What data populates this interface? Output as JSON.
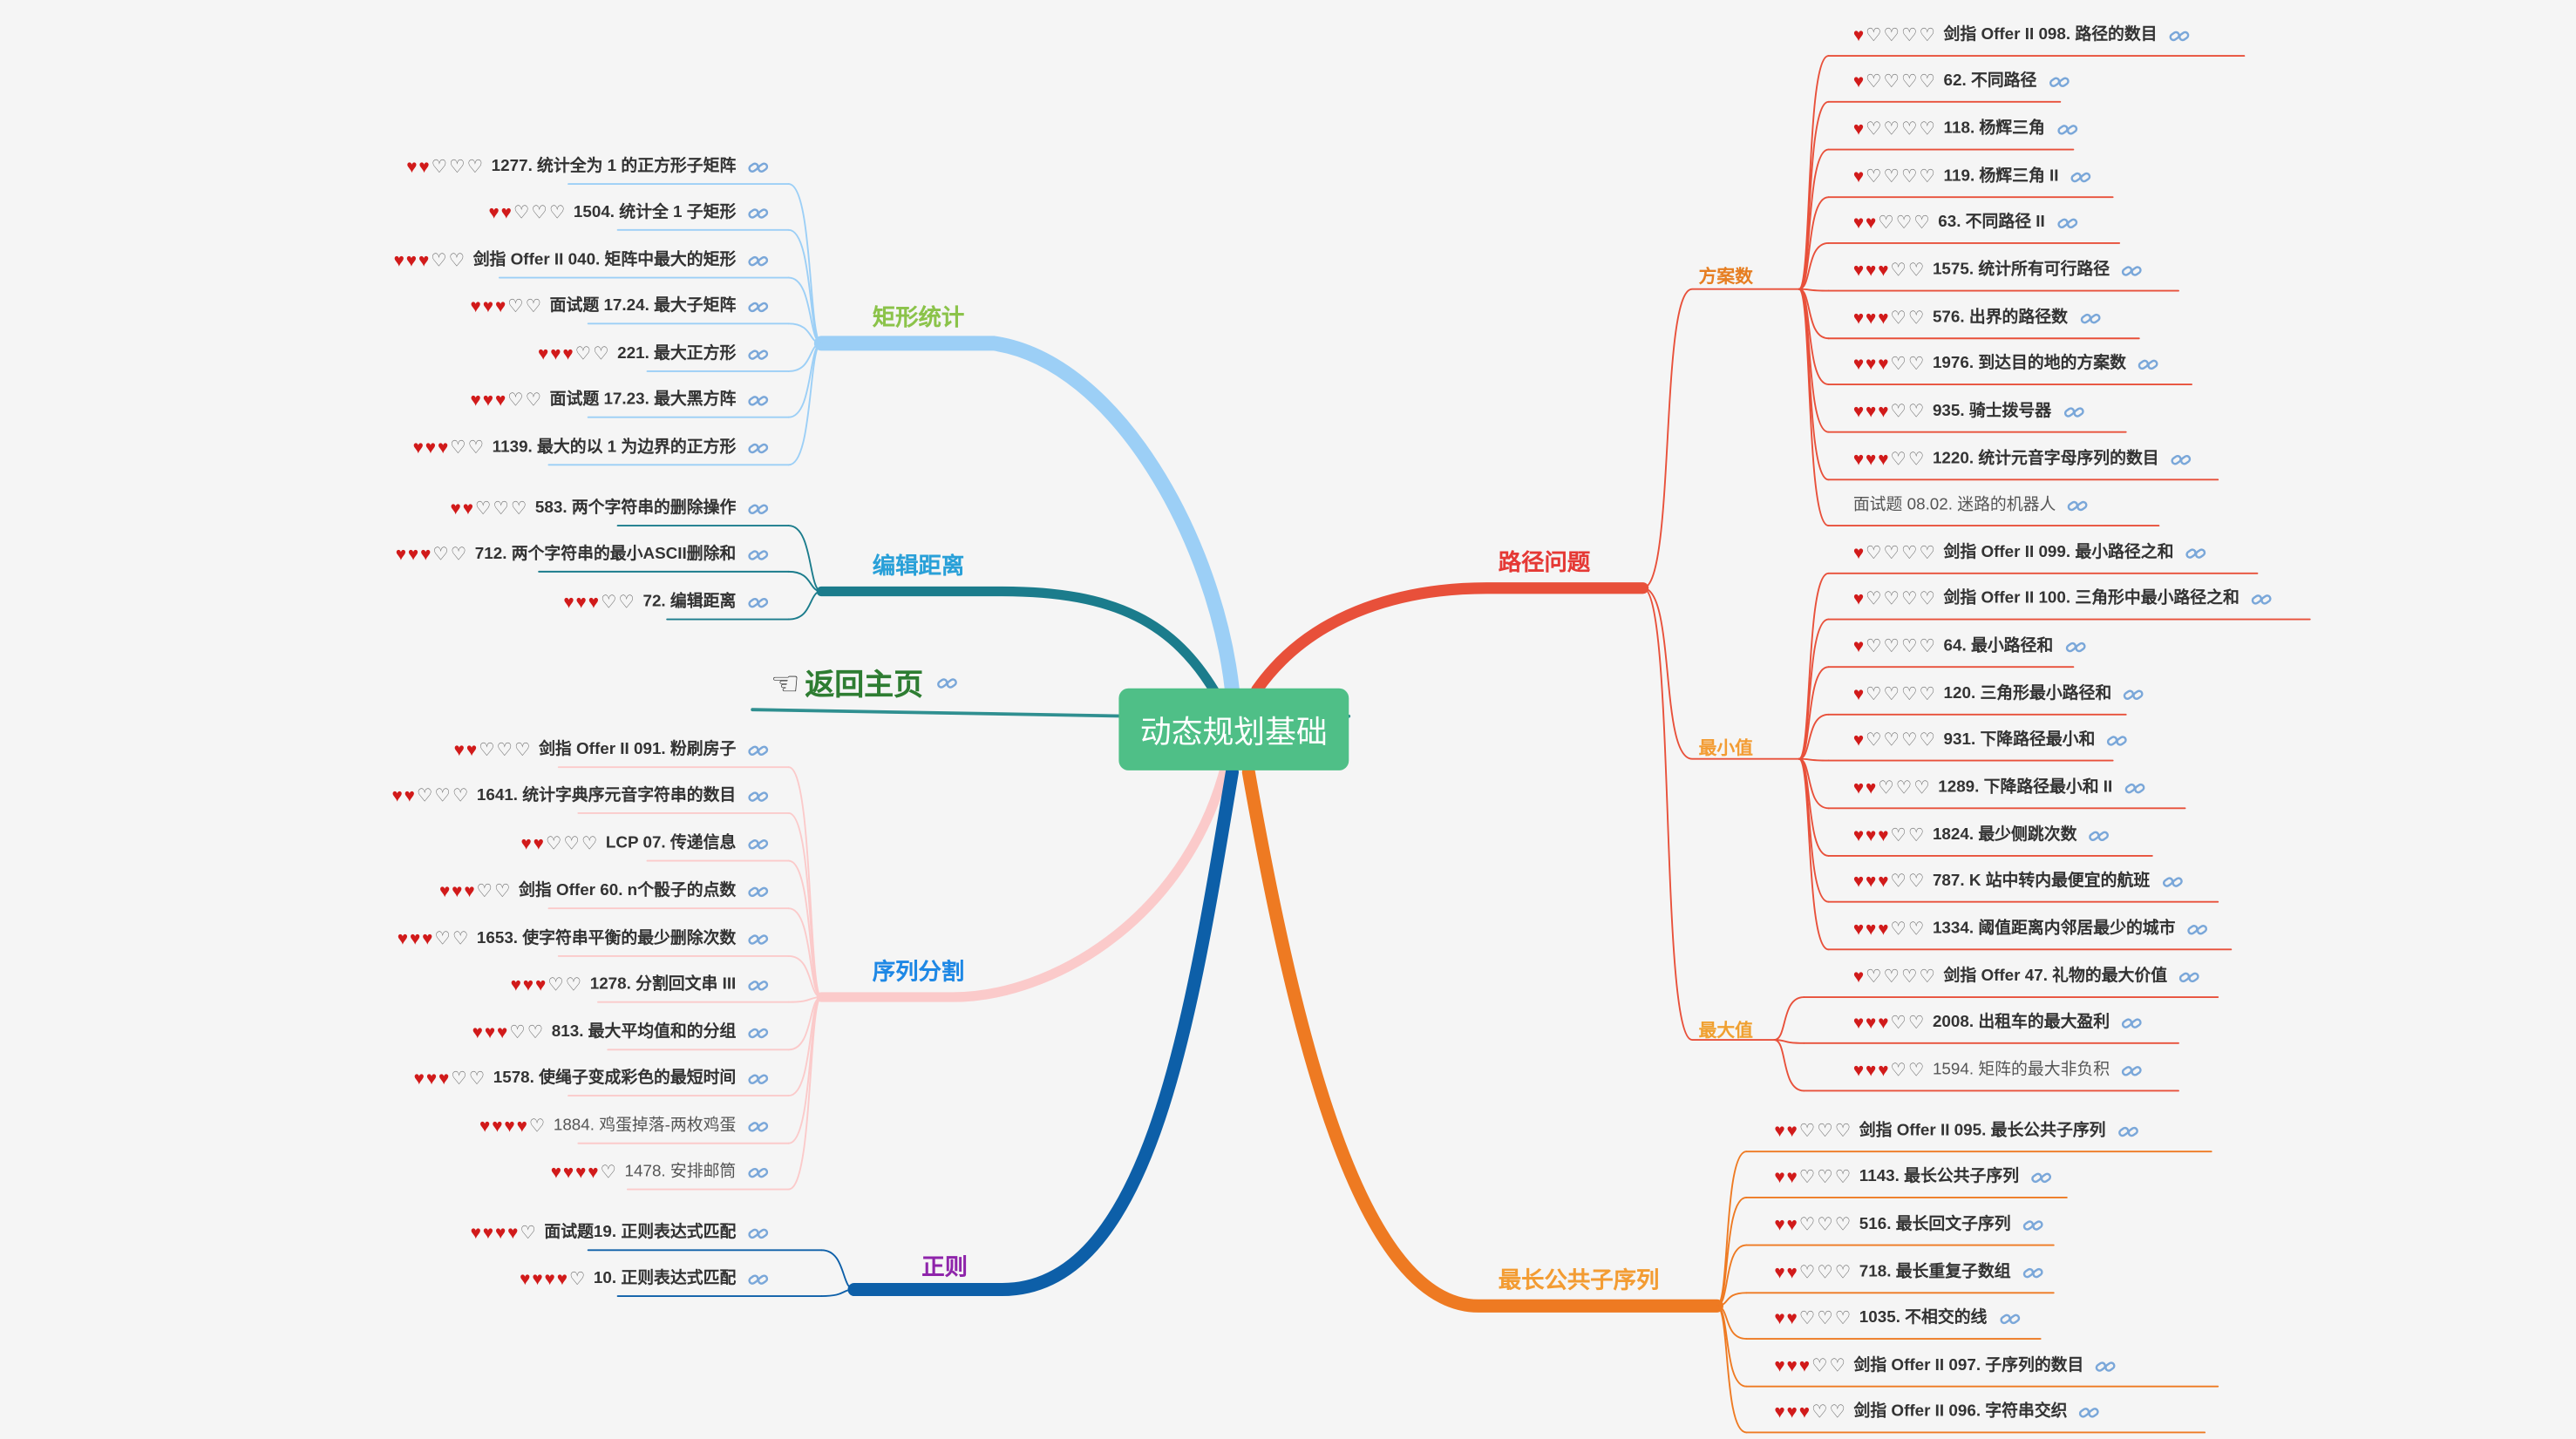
{
  "root": {
    "label": "动态规划基础"
  },
  "home": {
    "label": "返回主页",
    "icon": "pointing-hand-icon"
  },
  "colors": {
    "root": "#4fbf87",
    "path_problem": "#e8503a",
    "lcs": "#ee7a22",
    "matrix": "#9ccff6",
    "edit": "#1b7c8c",
    "seq": "#fbcaca",
    "regex": "#0d5fa8"
  },
  "branches": {
    "matrix": {
      "label": "矩形统计",
      "items": [
        {
          "hearts": 2,
          "title": "1277. 统计全为 1 的正方形子矩阵"
        },
        {
          "hearts": 2,
          "title": "1504. 统计全 1 子矩形"
        },
        {
          "hearts": 3,
          "title": "剑指 Offer II 040. 矩阵中最大的矩形"
        },
        {
          "hearts": 3,
          "title": "面试题 17.24. 最大子矩阵"
        },
        {
          "hearts": 3,
          "title": "221. 最大正方形"
        },
        {
          "hearts": 3,
          "title": "面试题 17.23. 最大黑方阵"
        },
        {
          "hearts": 3,
          "title": "1139. 最大的以 1 为边界的正方形"
        }
      ]
    },
    "edit": {
      "label": "编辑距离",
      "items": [
        {
          "hearts": 2,
          "title": "583. 两个字符串的删除操作"
        },
        {
          "hearts": 3,
          "title": "712. 两个字符串的最小ASCII删除和"
        },
        {
          "hearts": 3,
          "title": "72. 编辑距离"
        }
      ]
    },
    "seq": {
      "label": "序列分割",
      "items": [
        {
          "hearts": 2,
          "title": "剑指 Offer II 091. 粉刷房子"
        },
        {
          "hearts": 2,
          "title": "1641. 统计字典序元音字符串的数目"
        },
        {
          "hearts": 2,
          "title": "LCP 07. 传递信息"
        },
        {
          "hearts": 3,
          "title": "剑指 Offer 60. n个骰子的点数"
        },
        {
          "hearts": 3,
          "title": "1653. 使字符串平衡的最少删除次数"
        },
        {
          "hearts": 3,
          "title": "1278. 分割回文串 III"
        },
        {
          "hearts": 3,
          "title": "813. 最大平均值和的分组"
        },
        {
          "hearts": 3,
          "title": "1578. 使绳子变成彩色的最短时间"
        },
        {
          "hearts": 4,
          "title": "1884. 鸡蛋掉落-两枚鸡蛋",
          "plain": true
        },
        {
          "hearts": 4,
          "title": "1478. 安排邮筒",
          "plain": true
        }
      ]
    },
    "regex": {
      "label": "正则",
      "items": [
        {
          "hearts": 4,
          "title": "面试题19. 正则表达式匹配"
        },
        {
          "hearts": 4,
          "title": "10. 正则表达式匹配"
        }
      ]
    },
    "path": {
      "label": "路径问题",
      "count": {
        "label": "方案数",
        "items": [
          {
            "hearts": 1,
            "title": "剑指 Offer II 098. 路径的数目"
          },
          {
            "hearts": 1,
            "title": "62. 不同路径"
          },
          {
            "hearts": 1,
            "title": "118. 杨辉三角"
          },
          {
            "hearts": 1,
            "title": "119. 杨辉三角 II"
          },
          {
            "hearts": 2,
            "title": "63. 不同路径 II"
          },
          {
            "hearts": 3,
            "title": "1575. 统计所有可行路径"
          },
          {
            "hearts": 3,
            "title": "576. 出界的路径数"
          },
          {
            "hearts": 3,
            "title": "1976. 到达目的地的方案数"
          },
          {
            "hearts": 3,
            "title": "935. 骑士拨号器"
          },
          {
            "hearts": 3,
            "title": "1220. 统计元音字母序列的数目"
          },
          {
            "hearts": 0,
            "title": "面试题 08.02. 迷路的机器人",
            "plain": true
          }
        ]
      },
      "min": {
        "label": "最小值",
        "items": [
          {
            "hearts": 1,
            "title": "剑指 Offer II 099. 最小路径之和"
          },
          {
            "hearts": 1,
            "title": "剑指 Offer II 100. 三角形中最小路径之和"
          },
          {
            "hearts": 1,
            "title": "64. 最小路径和"
          },
          {
            "hearts": 1,
            "title": "120. 三角形最小路径和"
          },
          {
            "hearts": 1,
            "title": "931. 下降路径最小和"
          },
          {
            "hearts": 2,
            "title": "1289. 下降路径最小和 II"
          },
          {
            "hearts": 3,
            "title": "1824. 最少侧跳次数"
          },
          {
            "hearts": 3,
            "title": "787. K 站中转内最便宜的航班"
          },
          {
            "hearts": 3,
            "title": "1334. 阈值距离内邻居最少的城市"
          }
        ]
      },
      "max": {
        "label": "最大值",
        "items": [
          {
            "hearts": 1,
            "title": "剑指 Offer 47. 礼物的最大价值"
          },
          {
            "hearts": 3,
            "title": "2008. 出租车的最大盈利"
          },
          {
            "hearts": 3,
            "title": "1594. 矩阵的最大非负积",
            "plain": true
          }
        ]
      }
    },
    "lcs": {
      "label": "最长公共子序列",
      "items": [
        {
          "hearts": 2,
          "title": "剑指 Offer II 095. 最长公共子序列"
        },
        {
          "hearts": 2,
          "title": "1143. 最长公共子序列"
        },
        {
          "hearts": 2,
          "title": "516. 最长回文子序列"
        },
        {
          "hearts": 2,
          "title": "718. 最长重复子数组"
        },
        {
          "hearts": 2,
          "title": "1035. 不相交的线"
        },
        {
          "hearts": 3,
          "title": "剑指 Offer II 097. 子序列的数目"
        },
        {
          "hearts": 3,
          "title": "剑指 Offer II 096. 字符串交织"
        }
      ]
    }
  }
}
